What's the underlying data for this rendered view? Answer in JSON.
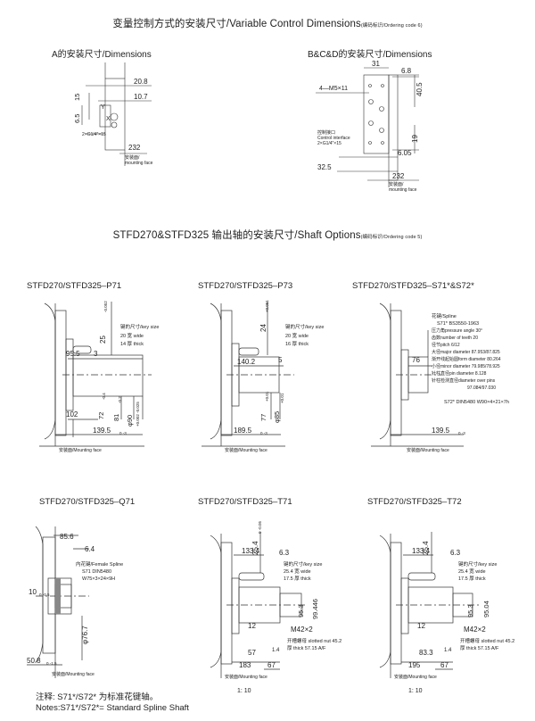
{
  "section1": {
    "title": "变量控制方式的安装尺寸/Variable Control Dimensions",
    "title_small": "(编码标识/Ordering code 6)"
  },
  "a_dims": {
    "title": "A的安装尺寸/Dimensions",
    "d1": "20.8",
    "d2": "10.7",
    "d3": "15",
    "d4": "6.5",
    "d5": "Y",
    "d6": "X",
    "port": "2×G1/4″×15",
    "d7": "232",
    "face": "安装面/",
    "face2": "mounting face"
  },
  "bcd_dims": {
    "title": "B&C&D的安装尺寸/Dimensions",
    "d1": "31",
    "d2": "6.8",
    "d3": "40.5",
    "screw": "4—M5×11",
    "ctrl1": "控制接口",
    "ctrl2": "Control interface",
    "port": "2×G1/4″×15",
    "d4": "19",
    "d5": "6.05",
    "d6": "32.5",
    "d7": "232",
    "face": "安装面/",
    "face2": "mounting face"
  },
  "section2": {
    "title": "STFD270&STFD325 输出轴的安装尺寸/Shaft Options",
    "title_small": "(编码标识/Ordering code 5)"
  },
  "p71": {
    "title": "STFD270/STFD325–P71",
    "key1": "键的尺寸/key size",
    "key2": "20 宽 wide",
    "key3": "14 厚 thick",
    "k2sub": "-0.052",
    "k3sub": "0",
    "d1": "25",
    "d1tol": "-0.052",
    "d2": "95.5",
    "d3": "3",
    "d4": "102",
    "d5": "72",
    "d5tol": "-0.4",
    "d6": "81",
    "d6tol": "-0.2",
    "d7": "φ90",
    "d7tol": "+0.002 -0.025",
    "d8": "139.5",
    "d8tol": "0 -3",
    "face": "安装面/Mounting face"
  },
  "p73": {
    "title": "STFD270/STFD325–P73",
    "key1": "键的尺寸/key size",
    "key2": "20 宽 wide",
    "key3": "16 厚 thick",
    "d1": "24",
    "d1tol": "+0.051",
    "d2": "140.2",
    "d3": "5",
    "d4": "77",
    "d4tol": "+0.01",
    "d5": "φ85",
    "d5tol": "+0.01",
    "d6": "189.5",
    "d6tol": "0 -3",
    "face": "安装面/Mounting face"
  },
  "s71": {
    "title": "STFD270/STFD325–S71*&S72*",
    "spline": "花键/Spline",
    "std": "S71* BS3550-1963",
    "rows": [
      "压力角pressure angle  30°",
      "齿数number of teeth  20",
      "径节pitch           6/12",
      "大径major diameter  87.953/87.825",
      "渐开线起始圆form diameter  80.264",
      "小径minor diameter  79.985/78.925",
      "针柱直径pin diameter  8.128",
      "针柱检测直径diameter over pins",
      "97.084/97.030"
    ],
    "s72": "S72* DIN5480 W90×4×21×7h",
    "d1": "76",
    "d2": "139.5",
    "d2tol": "0 -3",
    "face": "安装面/Mounting face"
  },
  "q71": {
    "title": "STFD270/STFD325–Q71",
    "d1": "85.6",
    "d2": "6.4",
    "sp1": "内花键/Female Spline",
    "sp2": "S71 DIN5480",
    "sp3": "W75×3×24×9H",
    "d3": "10",
    "d3tol": "0 -0.5",
    "d4": "φ76.7",
    "d5": "50.8",
    "d5tol": "0 -1.5",
    "face": "安装面/Mounting face"
  },
  "t71": {
    "title": "STFD270/STFD325–T71",
    "d1": "25.4",
    "d1tol": "0 -0.05",
    "d2": "133.4",
    "d3": "6.3",
    "key1": "键的尺寸/key size",
    "key2": "25.4 宽 wide",
    "key3": "17.5 厚 thick",
    "d4": "95.3",
    "d5": "99.446",
    "d6": "12",
    "d7": "M42×2",
    "nut1": "开槽螺母 slotted nut 45.2",
    "nut2": "厚 thick 57.15 A/F",
    "d8": "57",
    "d9": "1.4",
    "d10": "183",
    "d11": "67",
    "face": "安装面/Mounting face",
    "scale": "1: 10"
  },
  "t72": {
    "title": "STFD270/STFD325–T72",
    "d1": "25.4",
    "d2": "133.4",
    "d3": "6.3",
    "key1": "键的尺寸/key size",
    "key2": "25.4 宽 wide",
    "key3": "17.5 厚 thick",
    "d4": "95.3",
    "d5": "95.04",
    "d6": "12",
    "d7": "M42×2",
    "nut1": "开槽螺母 slotted nut 45.2",
    "nut2": "厚 thick 57.15 A/F",
    "d8": "83.3",
    "d9": "1.4",
    "d10": "195",
    "d11": "67",
    "face": "安装面/Mounting face",
    "scale": "1: 10"
  },
  "notes": {
    "line1": "注释: S71*/S72* 为标准花键轴。",
    "line2": "Notes:S71*/S72*= Standard Spline Shaft"
  }
}
